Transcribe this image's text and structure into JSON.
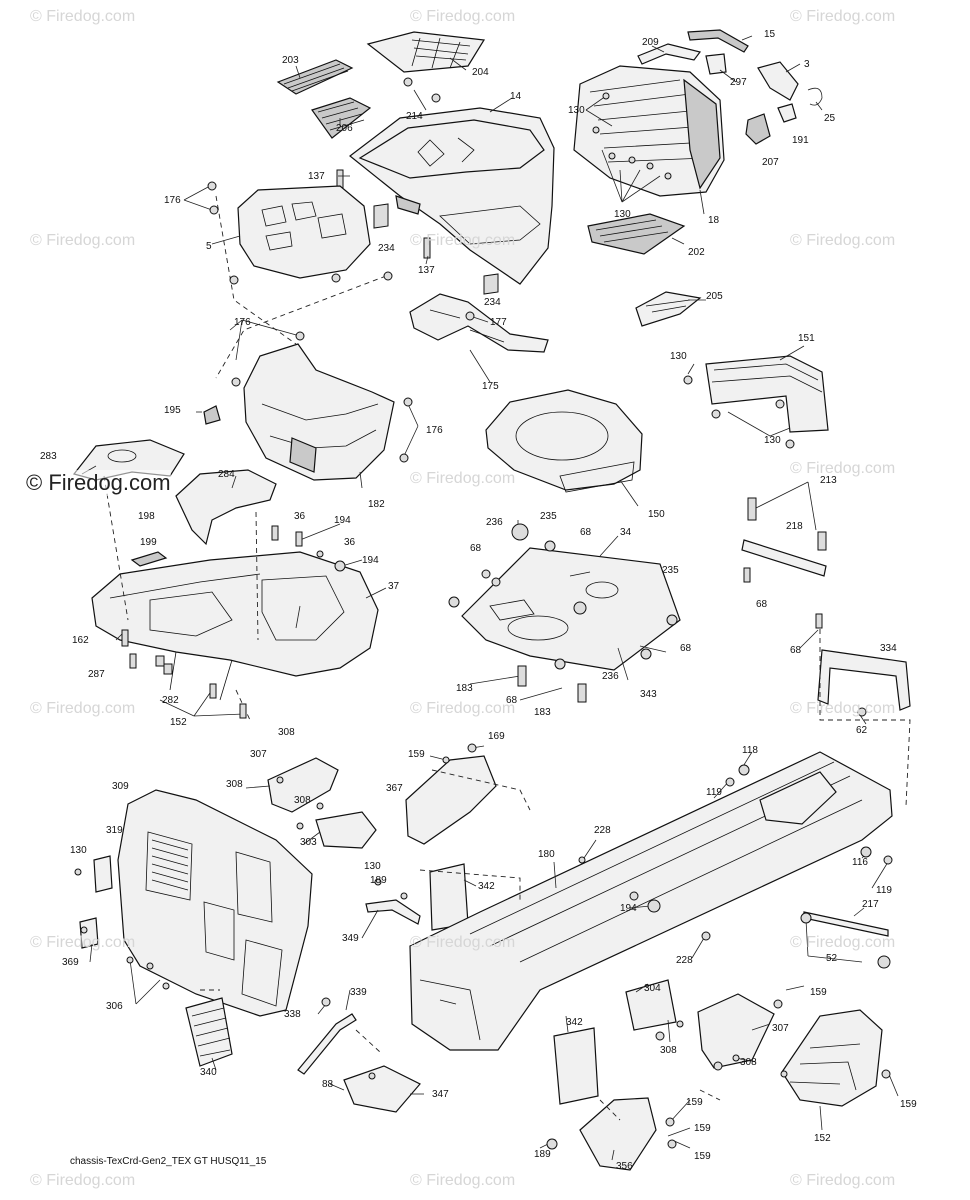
{
  "watermark": {
    "text": "© Firedog.com",
    "featured_text": "© Firedog.com"
  },
  "caption": "chassis-TexCrd-Gen2_TEX GT HUSQ11_15",
  "callouts": {
    "c203": "203",
    "c204": "204",
    "c209": "209",
    "c15": "15",
    "c3": "3",
    "c297": "297",
    "c25": "25",
    "c191": "191",
    "c207": "207",
    "c206": "206",
    "c214": "214",
    "c14": "14",
    "c130a": "130",
    "c130b": "130",
    "c18": "18",
    "c137a": "137",
    "c176a": "176",
    "c5": "5",
    "c234a": "234",
    "c137b": "137",
    "c202": "202",
    "c234b": "234",
    "c205": "205",
    "c176b": "176",
    "c177": "177",
    "c175": "175",
    "c130c": "130",
    "c151": "151",
    "c130d": "130",
    "c195": "195",
    "c176c": "176",
    "c182": "182",
    "c150": "150",
    "c283": "283",
    "c284": "284",
    "c198": "198",
    "c199": "199",
    "c36a": "36",
    "c194a": "194",
    "c36b": "36",
    "c194b": "194",
    "c37": "37",
    "c236a": "236",
    "c235a": "235",
    "c68a": "68",
    "c34": "34",
    "c68b": "68",
    "c235b": "235",
    "c213": "213",
    "c218": "218",
    "c68c": "68",
    "c162": "162",
    "c287": "287",
    "c282": "282",
    "c152a": "152",
    "c183a": "183",
    "c68d": "68",
    "c183b": "183",
    "c236b": "236",
    "c343": "343",
    "c68e": "68",
    "c68f": "68",
    "c334": "334",
    "c62": "62",
    "c308a": "308",
    "c307a": "307",
    "c308b": "308",
    "c308c": "308",
    "c303": "303",
    "c169a": "169",
    "c159a": "159",
    "c367": "367",
    "c118a": "118",
    "c119a": "119",
    "c309": "309",
    "c319": "319",
    "c130e": "130",
    "c228a": "228",
    "c180": "180",
    "c116": "116",
    "c119b": "119",
    "c130f": "130",
    "c189a": "189",
    "c342a": "342",
    "c194c": "194",
    "c217": "217",
    "c349": "349",
    "c369": "369",
    "c306": "306",
    "c228b": "228",
    "c52": "52",
    "c339": "339",
    "c338": "338",
    "c304": "304",
    "c342b": "342",
    "c308d": "308",
    "c307b": "307",
    "c159b": "159",
    "c308e": "308",
    "c340": "340",
    "c88": "88",
    "c347": "347",
    "c159c": "159",
    "c159d": "159",
    "c152b": "152",
    "c159e": "159",
    "c189b": "189",
    "c356": "356",
    "c159f": "159"
  }
}
